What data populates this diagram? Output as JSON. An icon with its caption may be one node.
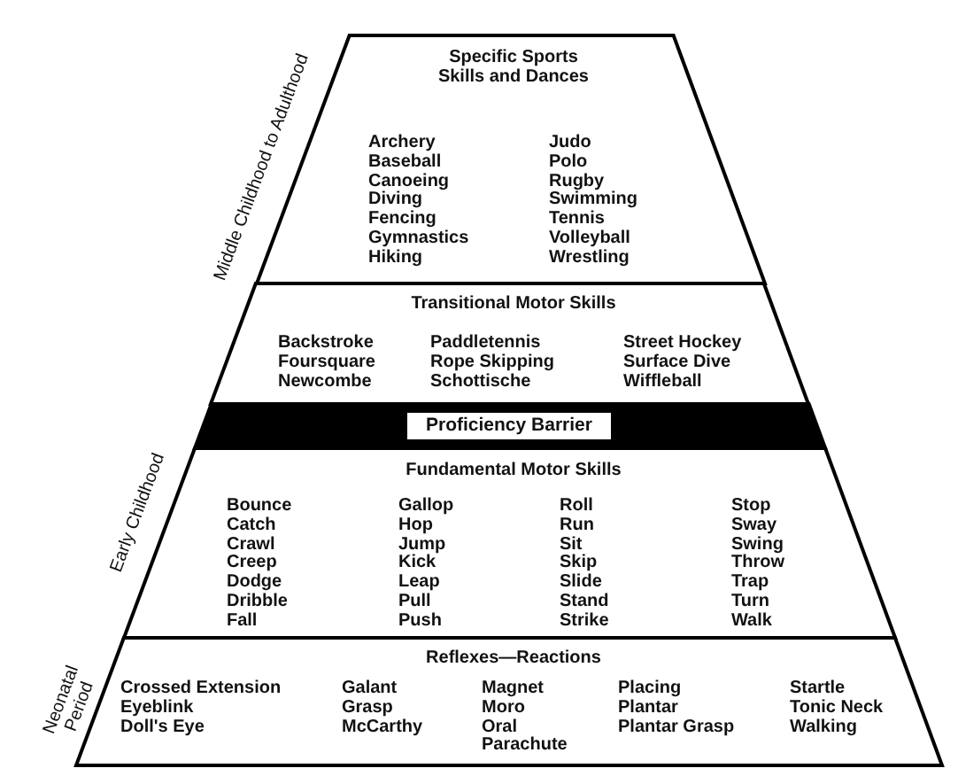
{
  "diagram": {
    "nodes": [
      {
        "text": [
          "Specific Sports Skills and Dances",
          "Archery",
          "Baseball",
          "Canoeing",
          "Diving",
          "Fencing",
          "Gymnastics",
          "Hiking",
          "Judo",
          "Polo",
          "Rugby",
          "Swimming",
          "Tennis",
          "Volleyball",
          "Wrestling"
        ]
      },
      {
        "text": [
          "Transitional Motor Skills",
          "Backstroke",
          "Foursquare",
          "Newcombe",
          "Paddletennis",
          "Rope Skipping",
          "Schottische",
          "Street Hockey",
          "Surface Dive",
          "Wiffleball"
        ]
      },
      {
        "text": [
          "Proficiency Barrier"
        ]
      },
      {
        "text": [
          "Fundamental Motor Skills",
          "Bounce",
          "Catch",
          "Crawl",
          "Creep",
          "Dodge",
          "Dribble",
          "Fall",
          "Gallop",
          "Hop",
          "Jump",
          "Kick",
          "Leap",
          "Pull",
          "Push",
          "Roll",
          "Run",
          "Sit",
          "Skip",
          "Slide",
          "Stand",
          "Strike",
          "Stop",
          "Sway",
          "Swing",
          "Throw",
          "Trap",
          "Turn",
          "Walk"
        ]
      },
      {
        "text": [
          "Reflexes—Reactions",
          "Crossed Extension",
          "Eyeblink",
          "Doll's Eye",
          "Galant",
          "Grasp",
          "McCarthy",
          "Magnet",
          "Moro",
          "Oral",
          "Parachute",
          "Placing",
          "Plantar",
          "Plantar Grasp",
          "Startle",
          "Tonic Neck",
          "Walking"
        ]
      }
    ],
    "labels": [
      "Middle Childhood to Adulthood",
      "Early Childhood",
      "Neonatal Period"
    ]
  }
}
